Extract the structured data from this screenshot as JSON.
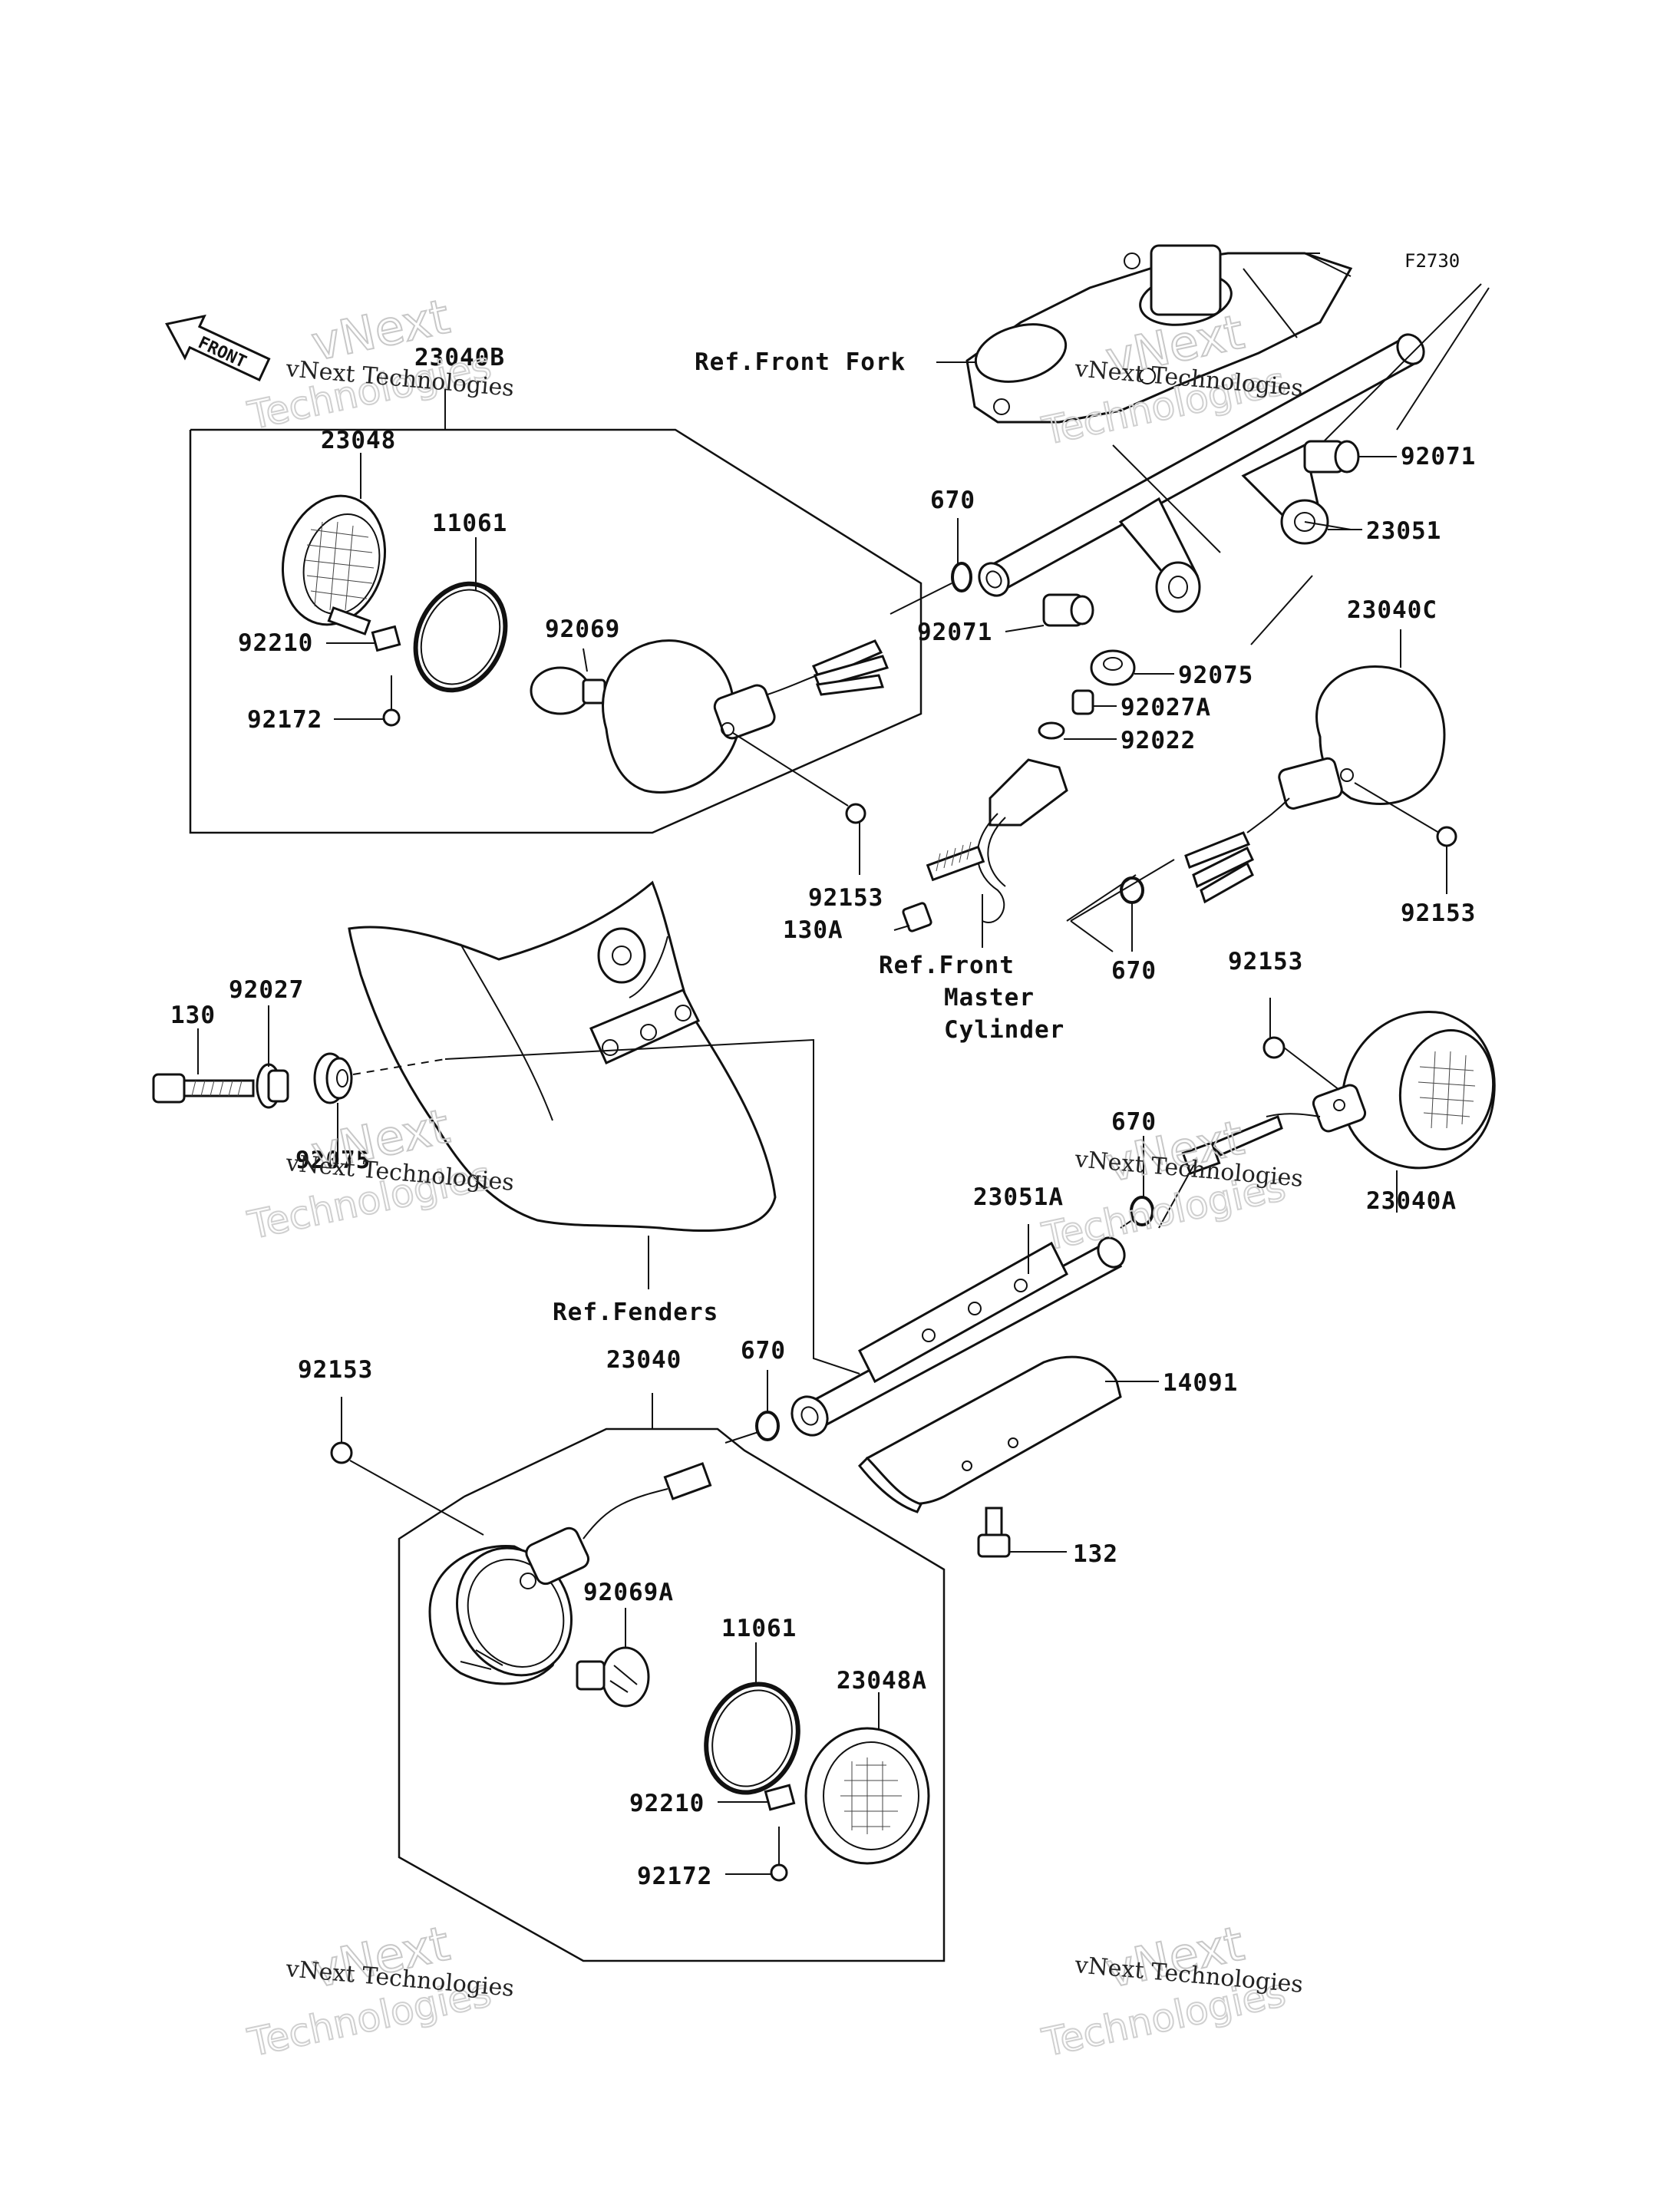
{
  "figure_code": "F2730",
  "front_arrow": {
    "label": "FRONT"
  },
  "watermark": {
    "line1": "vNext Technologies",
    "line2a": "vNext",
    "line2b": "Technologies"
  },
  "refs": {
    "front_fork": "Ref.Front Fork",
    "front_master_1": "Ref.Front",
    "front_master_2": "Master",
    "front_master_3": "Cylinder",
    "fenders": "Ref.Fenders"
  },
  "parts": {
    "p23040B": "23040B",
    "p23048": "23048",
    "p11061_top": "11061",
    "p92210_top": "92210",
    "p92172_top": "92172",
    "p92069": "92069",
    "p92153_a": "92153",
    "p670_a": "670",
    "p92071_a": "92071",
    "p92071_b": "92071",
    "p23051": "23051",
    "p92075_a": "92075",
    "p92027A": "92027A",
    "p92022": "92022",
    "p23040C": "23040C",
    "p92153_b": "92153",
    "p130A": "130A",
    "p670_b": "670",
    "p92153_c": "92153",
    "p130": "130",
    "p92027": "92027",
    "p92075_b": "92075",
    "p670_c": "670",
    "p23040A": "23040A",
    "p23051A": "23051A",
    "p92153_d": "92153",
    "p23040": "23040",
    "p670_d": "670",
    "p14091": "14091",
    "p132": "132",
    "p92069A": "92069A",
    "p11061_bot": "11061",
    "p23048A": "23048A",
    "p92210_bot": "92210",
    "p92172_bot": "92172"
  }
}
